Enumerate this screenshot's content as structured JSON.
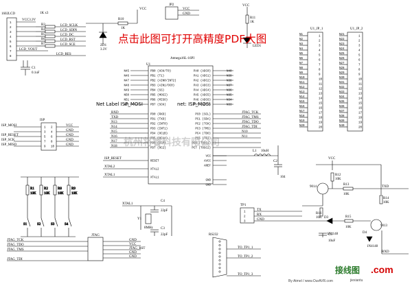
{
  "banner": "点击此图可打开高精度PDF大图",
  "net_label_1": "Net Label ISP_MOSI",
  "net_label_2": "net: ISP_MOSI",
  "mcu": {
    "ref": "U1",
    "part": "Atmega16L-16PI",
    "left_pins": [
      "PB0 (XCK/T0)",
      "PB1 (T1)",
      "PB2 (AIN0/INT2)",
      "PB3 (AIN1/OC0)",
      "PB4 (SS)",
      "PB5 (MOSI)",
      "PB6 (MISO)",
      "PB7 (SCK)"
    ],
    "left_pins2": [
      "PD0 (RXD)",
      "PD1 (TXD)",
      "PD2 (INT0)",
      "PD3 (INT1)",
      "PD4 (OC1B)",
      "PD5 (OC1A)",
      "PD6 (ICP)",
      "PD7 (OC2)"
    ],
    "right_pins": [
      "PA0 (ADC0)",
      "PA1 (ADC1)",
      "PA2 (ADC2)",
      "PA3 (ADC3)",
      "PA4 (ADC4)",
      "PA5 (ADC5)",
      "PA6 (ADC6)",
      "PA7 (ADC7)"
    ],
    "right_pins2": [
      "PC0 (SCL)",
      "PC1 (SDA)",
      "PC2 (TCK)",
      "PC3 (TMS)",
      "PC4 (TDO)",
      "PC5 (TDI)",
      "PC6 (TOSC1)",
      "PC7 (TOSC2)"
    ],
    "bottom_left": [
      "RESET",
      "XTAL2",
      "XTAL1"
    ],
    "bottom_right": [
      "VCC",
      "AVCC",
      "AREF",
      "GND",
      "GND"
    ]
  },
  "lcd": {
    "ref": "J1",
    "label": "1602LCD",
    "pins": [
      "1",
      "2",
      "3",
      "4",
      "5",
      "6",
      "7",
      "8"
    ],
    "resistor": "1K x3",
    "vcc": "VCC3.3V",
    "nets": [
      "LCD_SCLK",
      "LCD_SDIN",
      "LCD_DC",
      "LCD_RST",
      "LCD_SCE",
      "LCD_VOUT",
      "LCD_RES"
    ],
    "rs": [
      "R3",
      "R4",
      "R5",
      "R6",
      "R7"
    ],
    "c1": "C1",
    "c1v": "0.1uF"
  },
  "power": {
    "r10": "R10",
    "r10v": "1K",
    "d": "ZD1",
    "dv": "3.3V",
    "vcc": "VCC",
    "jp2": "JP2",
    "jp2pins": [
      "VCC",
      "GND"
    ],
    "r11": "R11",
    "r11v": "1K",
    "led": "LED1"
  },
  "isp": {
    "ref": "ISP",
    "nets": [
      "ISP_MOSI",
      "ISP_RESET",
      "ISP_SCK",
      "ISP_MISO"
    ],
    "right": [
      "VCC",
      "GND",
      "GND",
      "GND",
      "GND"
    ]
  },
  "pins_mid": {
    "left": [
      "N45",
      "N46",
      "N47",
      "N48",
      "N49",
      "N50",
      "N51",
      "N52"
    ],
    "right": [
      "N40",
      "N39",
      "N38",
      "N37",
      "N36",
      "N35",
      "N34",
      "N33"
    ],
    "d": [
      "RXD",
      "TXD",
      "N13",
      "N14",
      "N15",
      "N16",
      "N17",
      "N18"
    ],
    "c": [
      "JTAG_TCK",
      "JTAG_TMS",
      "JTAG_TDO",
      "JTAG_TDI",
      "N10",
      "N11"
    ]
  },
  "u1jp1": {
    "ref": "U1_JP_1",
    "pins": [
      "N1",
      "N2",
      "N3",
      "N4",
      "N5",
      "N6",
      "N7",
      "N8",
      "N9",
      "N10",
      "N11",
      "N12",
      "N13",
      "N14",
      "N15",
      "N16",
      "N17",
      "N18",
      "N19",
      "N20"
    ]
  },
  "u1jp2": {
    "ref": "U1_JP_2",
    "pins": [
      "N21",
      "N22",
      "N23",
      "N24",
      "N25",
      "N26",
      "N27",
      "N28",
      "N29",
      "N30",
      "N31",
      "N32",
      "N33",
      "N34",
      "N35",
      "N36",
      "N37",
      "N38",
      "N39",
      "N40"
    ]
  },
  "keys": {
    "rs": [
      "R1",
      "R2",
      "R8",
      "R9"
    ],
    "rv": "10K",
    "sw": [
      "S1",
      "S2",
      "S3",
      "S4"
    ],
    "nets": [
      "ISP_RESET",
      "XTAL2",
      "XTAL1"
    ]
  },
  "crystal": {
    "y": "Y1",
    "yv": "8MHz",
    "c3": "C3",
    "c4": "C4",
    "cv": "22pF",
    "net": "XTAL1",
    "net2": "XTAL2"
  },
  "inductor": {
    "l": "L1",
    "lv": "10uH",
    "c2": "C2",
    "c2v": "104"
  },
  "jtag": {
    "ref": "JTAG",
    "left": [
      "JTAG_TCK",
      "JTAG_TDO",
      "JTAG_TMS",
      "JTAG_TDI"
    ],
    "right": [
      "GND",
      "VCC",
      "JTAG_RST",
      "GND",
      "GND"
    ]
  },
  "rs232": {
    "ref": "RS232",
    "nets": [
      "TO_TP1_1",
      "TO_TP1_2",
      "TO_TP1_3"
    ]
  },
  "tp1": {
    "ref": "TP1",
    "pins": [
      "TX",
      "RX",
      "GND"
    ]
  },
  "level": {
    "q1": "9014",
    "q2": "9013",
    "r12": "R12",
    "r13": "R13",
    "r14": "R14",
    "r15": "R15",
    "r16": "R16",
    "rv": "10K",
    "d3": "D3",
    "d4": "D4",
    "dv": "1N4148",
    "c5": "C5",
    "c5v": "10uF",
    "txd": "TXD",
    "rxd": "RXD",
    "vcc": "VCC"
  },
  "footer": "By Atmel / www.OurAVR.com",
  "watermark": "接线图",
  "watermark_sub": "jiexiantu",
  "watermark_com": ".com",
  "watermark_mid": "杭州将睿科技有限公司"
}
